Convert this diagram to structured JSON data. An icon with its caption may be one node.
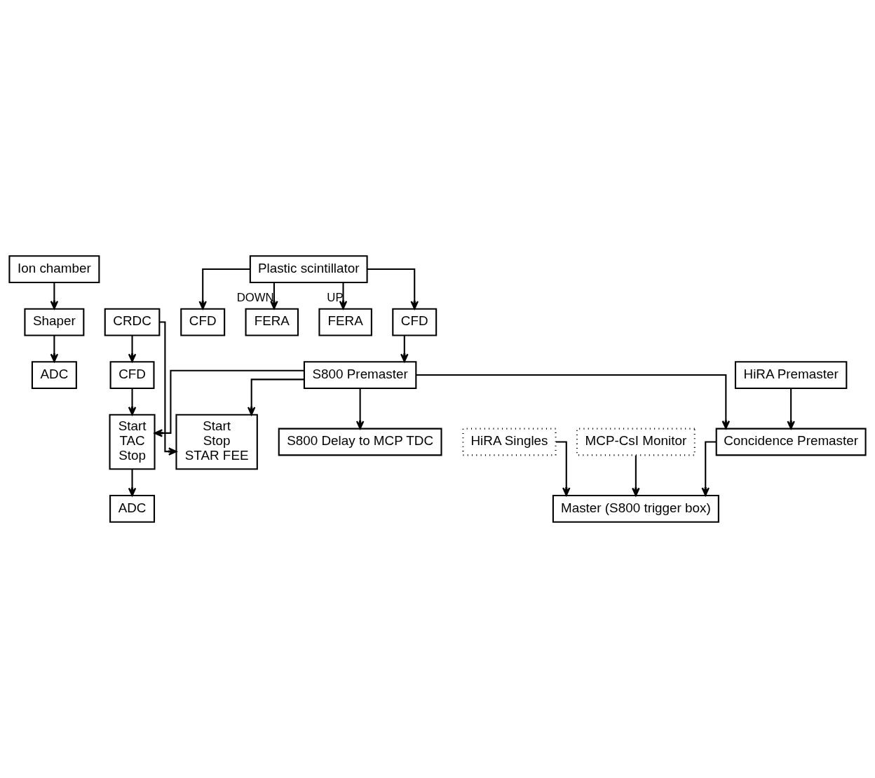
{
  "diagram": {
    "nodes": [
      {
        "text": [
          "Ion chamber"
        ]
      },
      {
        "text": [
          "Plastic scintillator"
        ]
      },
      {
        "text": [
          "CRDC"
        ]
      },
      {
        "text": [
          "Shaper"
        ]
      },
      {
        "text": [
          "FERA"
        ]
      },
      {
        "text": [
          "CFD"
        ]
      },
      {
        "text": [
          "CFD"
        ]
      },
      {
        "text": [
          "FERA"
        ]
      },
      {
        "text": [
          "ADC"
        ]
      },
      {
        "text": [
          "CFD"
        ]
      },
      {
        "text": [
          "S800 Premaster"
        ]
      },
      {
        "text": [
          "Start",
          "Stop",
          "STAR FEE"
        ]
      },
      {
        "text": [
          "MCP-CsI Monitor"
        ]
      },
      {
        "text": [
          "HiRA Premaster"
        ]
      },
      {
        "text": [
          "HiRA Singles"
        ]
      },
      {
        "text": [
          "Start",
          "TAC",
          "Stop"
        ]
      },
      {
        "text": [
          "ADC"
        ]
      },
      {
        "text": [
          "Concidence Premaster"
        ]
      },
      {
        "text": [
          "S800 Delay to MCP TDC"
        ]
      },
      {
        "text": [
          "Master (S800 trigger box)"
        ]
      }
    ],
    "edges": [
      {
        "from": 0,
        "to": 3,
        "arrow": "to"
      },
      {
        "from": 3,
        "to": 8,
        "arrow": "to"
      },
      {
        "from": 1,
        "to": 4,
        "arrow": "to",
        "label": "UP"
      },
      {
        "from": 1,
        "to": 5,
        "arrow": "to"
      },
      {
        "from": 1,
        "to": 6,
        "arrow": "to"
      },
      {
        "from": 1,
        "to": 7,
        "arrow": "to",
        "label": "DOWN"
      },
      {
        "from": 2,
        "to": 9,
        "arrow": "to"
      },
      {
        "from": 2,
        "to": 11,
        "arrow": "to"
      },
      {
        "from": 5,
        "to": 10,
        "arrow": "to"
      },
      {
        "from": 10,
        "to": 11,
        "arrow": "to"
      },
      {
        "from": 10,
        "to": 15,
        "arrow": "to"
      },
      {
        "from": 9,
        "to": 15,
        "arrow": "to"
      },
      {
        "from": 10,
        "to": 18,
        "arrow": "to"
      },
      {
        "from": 15,
        "to": 16,
        "arrow": "to"
      },
      {
        "from": 10,
        "to": 17,
        "arrow": "to"
      },
      {
        "from": 13,
        "to": 17,
        "arrow": "to"
      },
      {
        "from": 12,
        "to": 19,
        "arrow": "to"
      },
      {
        "from": 17,
        "to": 19,
        "arrow": "to"
      },
      {
        "from": 14,
        "to": 19,
        "arrow": "to"
      }
    ]
  }
}
